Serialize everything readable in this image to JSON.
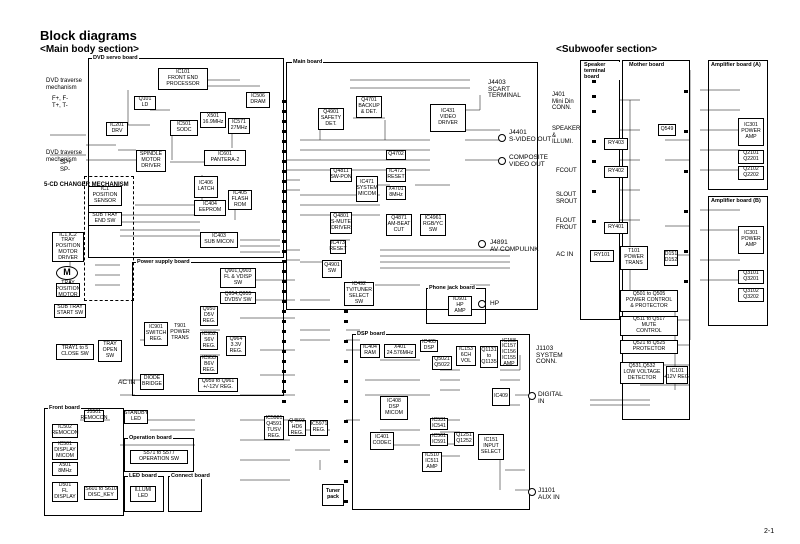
{
  "title": "Block diagrams",
  "main_section": "<Main body section>",
  "sub_section": "<Subwoofer section>",
  "page_number": "2-1",
  "panels": {
    "dvd_servo": "DVD servo board",
    "main": "Main board",
    "power_supply": "Power supply board",
    "phone_jack": "Phone jack board",
    "dsp": "DSP board",
    "front": "Front board",
    "operation": "Operation board",
    "led": "LED board",
    "connect": "Connect board",
    "speaker_terminal": "Speaker terminal board",
    "mother": "Mother board",
    "amp_a": "Amplifier board (A)",
    "amp_b": "Amplifier board (B)",
    "tuner_pack": "Tuner pack",
    "changer": "5-CD CHANGER MECHANISM"
  },
  "blocks": {
    "ic101": "IC101\nFRONT END\nPROCESSOR",
    "ic201": "IC201\nDRV",
    "q101": "Q101\nLD",
    "ic501": "IC501\nSODC",
    "x501": "X501\n16.9MHz",
    "ic571": "IC571\n27MHz",
    "ic506": "IC506\nDRAM",
    "ic601": "IC601\nPANTERA-2",
    "ic5": "SPINDLE\nMOTOR\nDRIVER",
    "ic1_pos": "IC1\nPOSITION\nSENSOR",
    "sub_tray_end": "SUB TRAY\nEND SW",
    "ic4_ic2": "IC1,IC2\nTRAY\nPOSITION\nMOTOR\nDRIVER",
    "motor_m": "M",
    "tray_pos": "TRAY\nPOSITION\nMOTOR",
    "subtray_start": "SUB TRAY\nSTART SW",
    "tray_close": "TRAY1 to 5\nCLOSE SW",
    "tray_open": "TRAY\nOPEN\nSW",
    "ic406": "IC406\nLATCH",
    "ic407": "IC407",
    "ic404": "IC404\nEEPROM",
    "ic405": "IC405\nFLASH\nROM",
    "ic403": "IC403\nSUB MICON",
    "q901": "Q901,Q903\nFL & VDISP\nSW",
    "q954": "Q954,Q955\nDVD5V SW",
    "q950": "Q950\nD5V\nREG.",
    "q964": "Q964\n3.3V\nREG.",
    "ic901": "IC901\nSWITCH\nREG.",
    "t901": "T901\nPOWER\nTRANS",
    "ic952": "IC952\nS6V\nREG.",
    "ic953": "IC953\nB6V\nREG.",
    "q959": "Q959 to Q961\n+/-12V REG.",
    "diode_bridge": "DIODE\nBRIDGE",
    "ac_in_main": "AC IN",
    "q4901": "Q4901\nSAFETY\nDET.",
    "q4701": "Q4701\nBACKUP\n& DET.",
    "ic431": "IC431\nVIDEO\nDRIVER",
    "j4403": "J4403\nSCART\nTERMINAL",
    "j4401": "J4401\nS-VIDEO OUT",
    "composite": "COMPOSITE\nVIDEO OUT",
    "q4702": "Q4702",
    "ic472": "IC472\nRESET",
    "ic471": "IC471\nSYSTEM\nMICOM",
    "q4811": "Q4811\nSW-PON",
    "x4701": "X4701\n8MHz",
    "ic473": "IC473\nRESET",
    "q4801": "Q4801\nS-MUTE\nDRIVER",
    "q4871": "Q4871\nAM-BEAT\nCUT",
    "ic4961": "IC4961\nRGB/YC\nSW",
    "j4891": "J4891\nAV COMPULINK",
    "ic4901": "Q4901\nSW",
    "ic492": "IC492\nTV/TUNER\nSELECT\nSW",
    "ic601_hp": "IC601\nHP\nAMP",
    "hp": "HP",
    "ic404_dsp": "IC404\nRAM",
    "x401": "X401\n24.576MHz",
    "ic405_dsp": "IC405\nDSP",
    "q5021": "Q5021\nQ5022",
    "ic571_dsp": "IC571\nRESET",
    "ic408": "IC408\nDSP\nMICOM",
    "ic401": "IC401\nCODEC",
    "ic531": "IC531\nIC541",
    "ic561": "IC561\nIC591",
    "q1251": "Q1251\nQ1252",
    "ic153": "IC153\n6CH\nVOL",
    "q1131": "Q1131\nto\nQ1135",
    "ic158": "IC158\nIC157\nIC156\nIC155\nAMP",
    "ic409": "IC409",
    "ic151": "IC151\nINPUT\nSELECT",
    "ic510": "IC510\nIC511\nAMP",
    "j1103": "J1103\nSYSTEM\nCONN.",
    "digital_in": "DIGITAL\nIN",
    "j1101": "J1101\nAUX IN",
    "standby_led": "STANDBY\nLED",
    "j5501": "J5501\nREMOCON",
    "ic5503": "IC502\nREMOCON",
    "ic501_fr": "IC501\nDISPLAY\nMICOM",
    "x501_fr": "X501\n8MHz",
    "fl": "D501\nFL\nDISPLAY",
    "s601": "S601 to S610\nDISC_KEY",
    "s571": "S571 to S577\nOPERATION SW",
    "illumi": "ILLUMI\nLED",
    "ic5981": "IC5981\nQ4591\nTUSV\nREG.",
    "q4593": "Q4593\nHD6\nREG.",
    "ic5971": "IC5971\nREG.",
    "tuner_pack": "Tuner\npack",
    "j401": "J401\nMini Din\nCONN.",
    "speaker_illumi": "SPEAKER\n&\nILLUMI.",
    "fcout": "FCOUT",
    "slout": "SLOUT\nSROUT",
    "flout": "FLOUT\nFROUT",
    "ac_in_sub": "AC IN",
    "ry403": "RY403",
    "ry402": "RY402",
    "ry401": "RY401",
    "ry101": "RY101",
    "q549": "Q549",
    "t101": "T101\nPOWER\nTRANS",
    "d151": "D151\nD152",
    "q501": "Q501 to Q505\nPOWER CONTROL\n& PROTECTOR",
    "q511": "Q511 to Q517\nMUTE\nCONTROL",
    "q521": "Q521 to Q525\nPROTECTOR",
    "q531": "Q531,Q532\nLOW VOLTAGE\nDETECTOR",
    "ic101_sub": "IC101\n+12V REG.",
    "ic301_a": "IC301\nPOWER\nAMP",
    "q2101_a": "Q2101\nQ2201",
    "q2102_a": "Q2102\nQ2202",
    "ic301_b": "IC301\nPOWER\nAMP",
    "q3101_b": "Q3101\nQ3201",
    "q3102_b": "Q3102\nQ3202"
  },
  "labels": {
    "dvd_traverse_top": "DVD traverse\nmechanism",
    "dvd_traverse_bot": "DVD traverse\nmechanism",
    "focus": "F+, F-\nT+, T-",
    "spindle": "SP+\nSP-",
    "ac_in_label": "AC IN"
  }
}
